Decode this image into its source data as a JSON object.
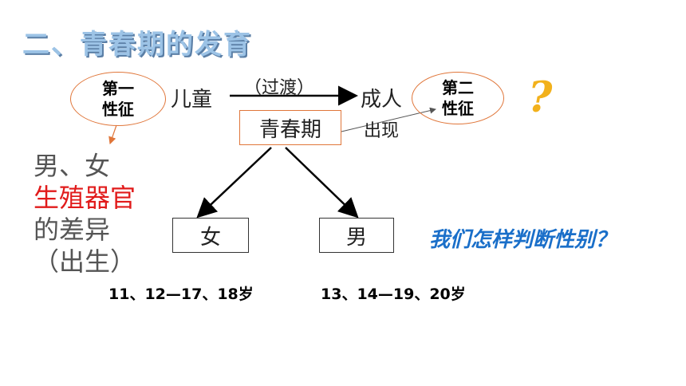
{
  "title": "二、青春期的发育",
  "ellipse_left": {
    "line1": "第一",
    "line2": "性征"
  },
  "ellipse_right": {
    "line1": "第二",
    "line2": "性征"
  },
  "child_label": "儿童",
  "transition_label": "（过渡）",
  "adult_label": "成人",
  "puberty_box": "青春期",
  "appear_label": "出现",
  "female_box": "女",
  "male_box": "男",
  "side_text": {
    "line1": "男、女",
    "line2": "生殖器官",
    "line3": "的差异",
    "line4": "（出生）"
  },
  "question_text": "我们怎样判断性别？",
  "female_ages": "11、12—17、18岁",
  "male_ages": "13、14—19、20岁",
  "question_mark": "?",
  "colors": {
    "title": "#9cc3e6",
    "accent_orange": "#e0763a",
    "red": "#e11b1b",
    "blue": "#1a6fc9",
    "gold": "#f2b11c"
  }
}
